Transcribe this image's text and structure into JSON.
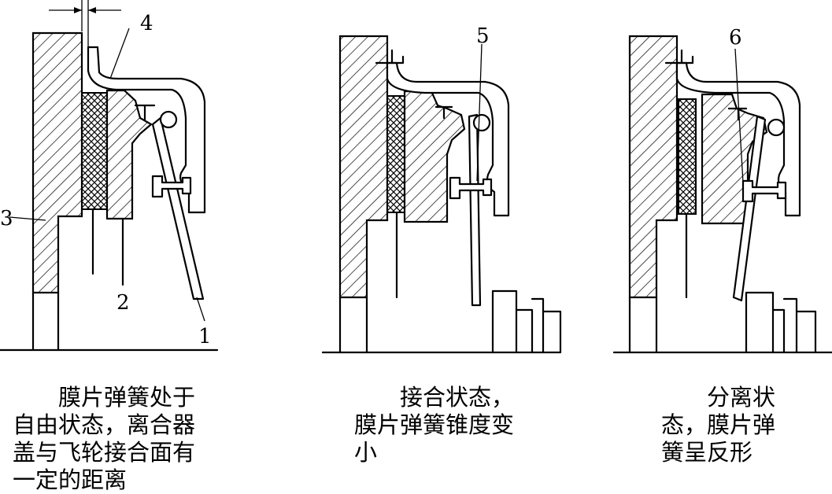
{
  "labels": {
    "n1": "1",
    "n2": "2",
    "n3": "3",
    "n4": "4",
    "n5": "5",
    "n6": "6"
  },
  "captions": {
    "free": [
      "　　膜片弹簧处于",
      "自由状态，离合器",
      "盖与飞轮接合面有",
      "一定的距离"
    ],
    "engaged": [
      "　　接合状态，",
      "膜片弹簧锥度变",
      "小"
    ],
    "disengaged": [
      "　　分离状",
      "态，膜片弹",
      "簧呈反形"
    ]
  }
}
